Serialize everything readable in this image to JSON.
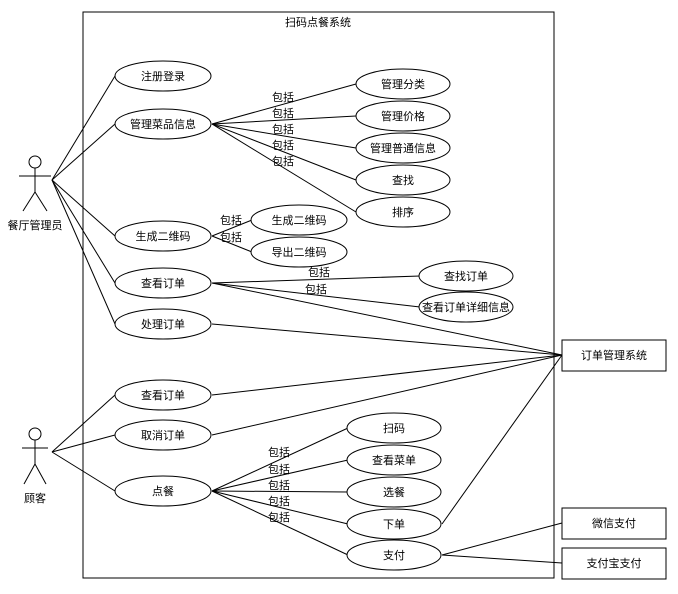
{
  "system": {
    "title": "扫码点餐系统"
  },
  "actors": {
    "admin": "餐厅管理员",
    "customer": "顾客"
  },
  "use_cases": {
    "register": "注册登录",
    "manage_dishes": "管理菜品信息",
    "manage_category": "管理分类",
    "manage_price": "管理价格",
    "manage_general": "管理普通信息",
    "search": "查找",
    "sort": "排序",
    "generate_qr": "生成二维码",
    "create_qr": "生成二维码",
    "export_qr": "导出二维码",
    "admin_view_order": "查看订单",
    "find_order": "查找订单",
    "order_detail": "查看订单详细信息",
    "process_order": "处理订单",
    "customer_view_order": "查看订单",
    "cancel_order": "取消订单",
    "order_food": "点餐",
    "scan": "扫码",
    "view_menu": "查看菜单",
    "select_dish": "选餐",
    "place_order": "下单",
    "pay": "支付"
  },
  "external": {
    "order_system": "订单管理系统",
    "wechat_pay": "微信支付",
    "alipay": "支付宝支付"
  },
  "include_label": "包括"
}
